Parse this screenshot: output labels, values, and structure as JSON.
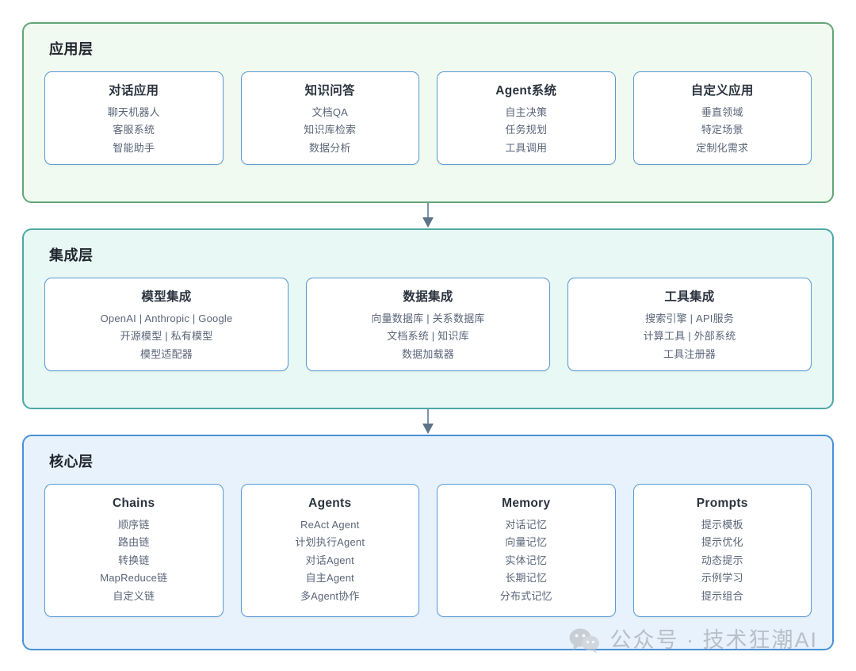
{
  "diagram": {
    "title_layers": [
      "应用层",
      "集成层",
      "核心层"
    ],
    "arrow_icon": "arrow-down-icon",
    "colors": {
      "app_border": "#63a677",
      "app_fill": "#f1faf0",
      "integration_border": "#4fa7a5",
      "integration_fill": "#e8f8f4",
      "core_border": "#4a90d9",
      "core_fill": "#e8f2fc",
      "card_border": "#5b9bd5",
      "card_fill": "#ffffff",
      "arrow": "#5d7488",
      "title_text": "#20262e",
      "item_text": "#5a6578"
    },
    "layers": [
      {
        "id": "application",
        "title": "应用层",
        "cards": [
          {
            "title": "对话应用",
            "items": [
              "聊天机器人",
              "客服系统",
              "智能助手"
            ]
          },
          {
            "title": "知识问答",
            "items": [
              "文档QA",
              "知识库检索",
              "数据分析"
            ]
          },
          {
            "title": "Agent系统",
            "items": [
              "自主决策",
              "任务规划",
              "工具调用"
            ]
          },
          {
            "title": "自定义应用",
            "items": [
              "垂直领域",
              "特定场景",
              "定制化需求"
            ]
          }
        ]
      },
      {
        "id": "integration",
        "title": "集成层",
        "cards": [
          {
            "title": "模型集成",
            "items": [
              "OpenAI | Anthropic | Google",
              "开源模型 | 私有模型",
              "模型适配器"
            ]
          },
          {
            "title": "数据集成",
            "items": [
              "向量数据库 | 关系数据库",
              "文档系统 | 知识库",
              "数据加载器"
            ]
          },
          {
            "title": "工具集成",
            "items": [
              "搜索引擎 | API服务",
              "计算工具 | 外部系统",
              "工具注册器"
            ]
          }
        ]
      },
      {
        "id": "core",
        "title": "核心层",
        "cards": [
          {
            "title": "Chains",
            "items": [
              "顺序链",
              "路由链",
              "转换链",
              "MapReduce链",
              "自定义链"
            ]
          },
          {
            "title": "Agents",
            "items": [
              "ReAct Agent",
              "计划执行Agent",
              "对话Agent",
              "自主Agent",
              "多Agent协作"
            ]
          },
          {
            "title": "Memory",
            "items": [
              "对话记忆",
              "向量记忆",
              "实体记忆",
              "长期记忆",
              "分布式记忆"
            ]
          },
          {
            "title": "Prompts",
            "items": [
              "提示模板",
              "提示优化",
              "动态提示",
              "示例学习",
              "提示组合"
            ]
          }
        ]
      }
    ]
  },
  "watermark": {
    "icon": "wechat-icon",
    "text": "公众号 · 技术狂潮AI"
  }
}
